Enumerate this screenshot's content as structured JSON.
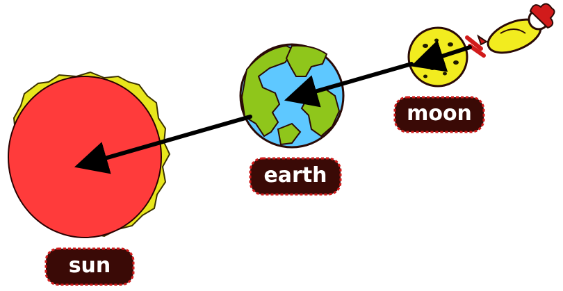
{
  "labels": {
    "sun": "sun",
    "earth": "earth",
    "moon": "moon"
  },
  "colors": {
    "sun": "#ff3b3b",
    "sun_corona": "#e8e61c",
    "earth_ocean": "#5ec8ff",
    "earth_land": "#8fc61b",
    "moon": "#f2ec1f",
    "label_bg": "#3a0a06",
    "label_border": "#d11b1b",
    "arrow": "#000000",
    "chicken_body": "#f2ec1f",
    "chicken_comb": "#d11b1b"
  },
  "icons": {
    "sun": "sun-icon",
    "earth": "earth-icon",
    "moon": "moon-icon",
    "chicken": "chicken-icon"
  }
}
